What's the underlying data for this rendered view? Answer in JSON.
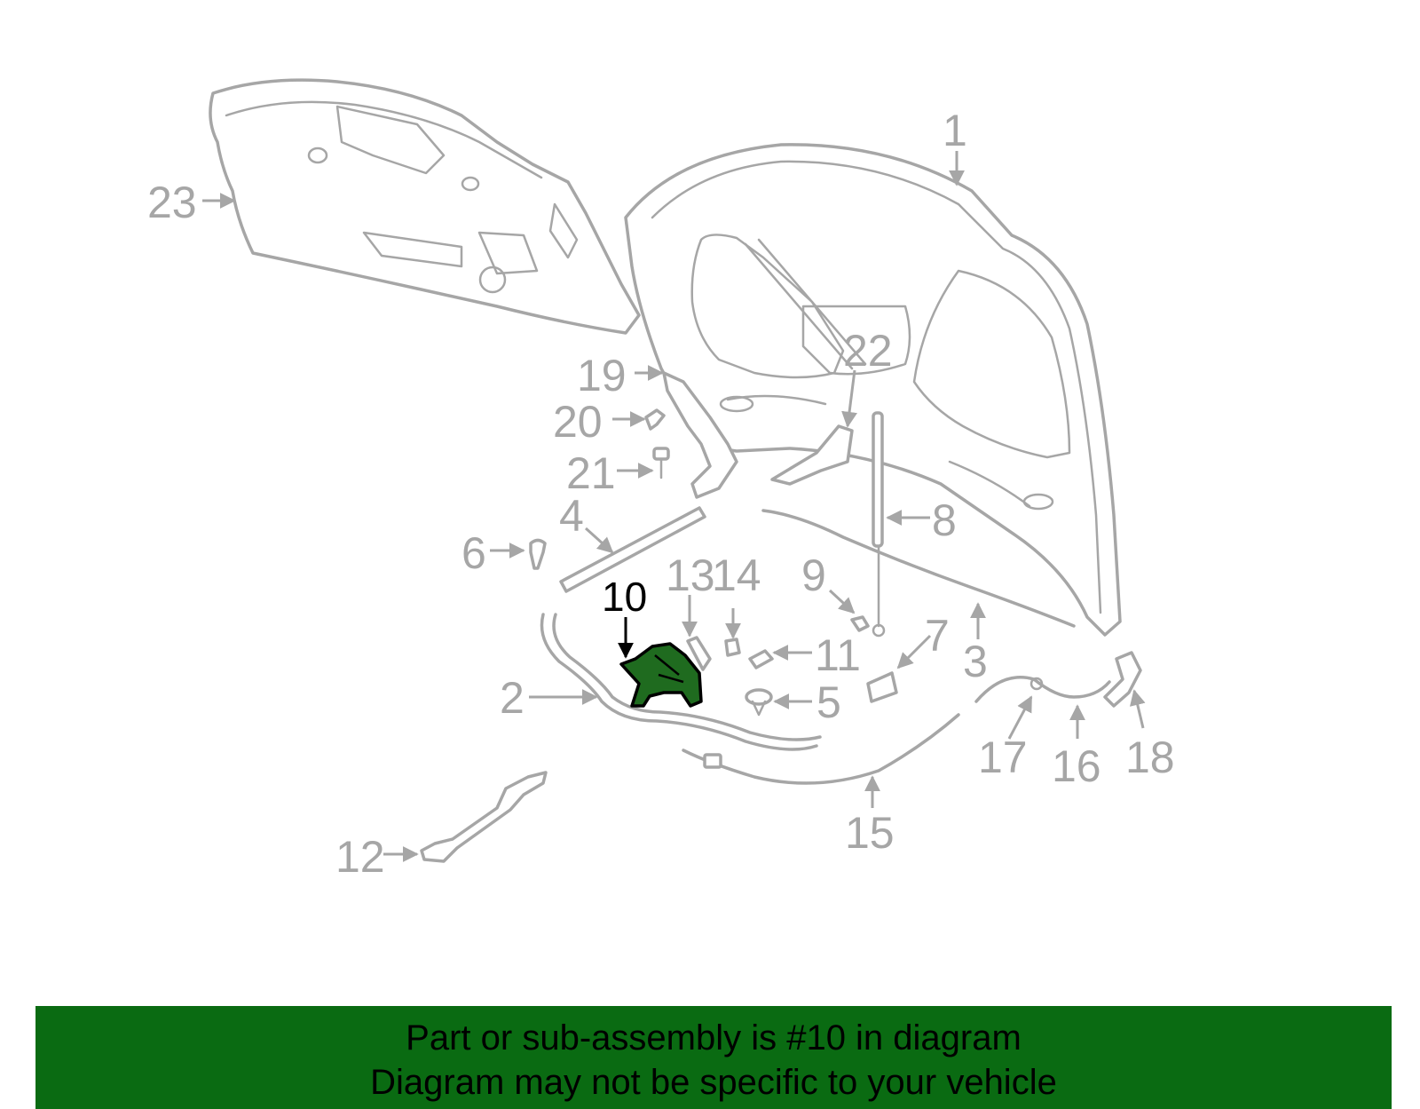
{
  "diagram": {
    "highlighted_part": "10",
    "highlight_color": "#1f6b1f",
    "part_color": "#a6a6a6",
    "callouts": {
      "c1": "1",
      "c2": "2",
      "c3": "3",
      "c4": "4",
      "c5": "5",
      "c6": "6",
      "c7": "7",
      "c8": "8",
      "c9": "9",
      "c10": "10",
      "c11": "11",
      "c12": "12",
      "c13": "13",
      "c14": "14",
      "c15": "15",
      "c16": "16",
      "c17": "17",
      "c18": "18",
      "c19": "19",
      "c20": "20",
      "c21": "21",
      "c22": "22",
      "c23": "23"
    }
  },
  "footer": {
    "background_color": "#0a6b12",
    "line1": "Part or sub-assembly is #10 in diagram",
    "line2": "Diagram may not be specific to your vehicle"
  }
}
